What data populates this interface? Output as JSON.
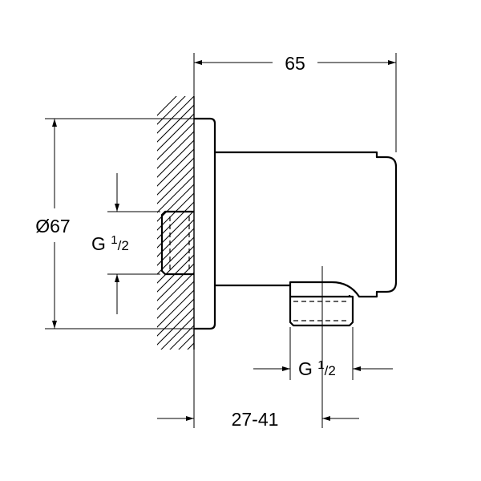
{
  "dimensions": {
    "overall_depth": "65",
    "diameter": "Ø67",
    "wall_thread": {
      "prefix": "G ",
      "num": "1",
      "den": "2"
    },
    "outlet_thread": {
      "prefix": "G ",
      "num": "1",
      "den": "2"
    },
    "adjust_range": "27-41"
  }
}
